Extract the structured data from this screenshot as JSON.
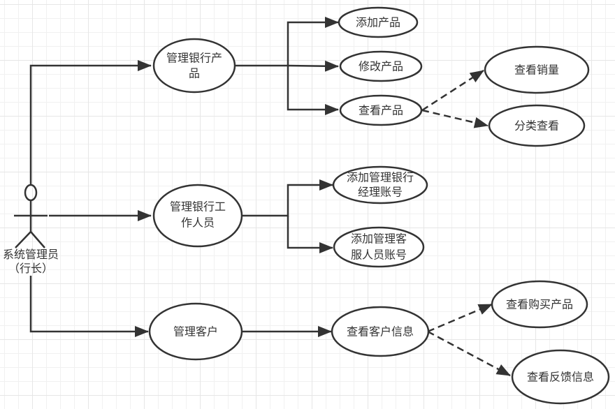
{
  "diagram": {
    "type": "use-case",
    "actor": {
      "label_lines": [
        "系统管理员",
        "（行长）"
      ]
    },
    "nodes": {
      "manage_products": {
        "lines": [
          "管理银行产",
          "品"
        ]
      },
      "add_product": {
        "lines": [
          "添加产品"
        ]
      },
      "edit_product": {
        "lines": [
          "修改产品"
        ]
      },
      "view_product": {
        "lines": [
          "查看产品"
        ]
      },
      "view_sales": {
        "lines": [
          "查看销量"
        ]
      },
      "view_by_category": {
        "lines": [
          "分类查看"
        ]
      },
      "manage_staff": {
        "lines": [
          "管理银行工",
          "作人员"
        ]
      },
      "add_manager_account": {
        "lines": [
          "添加管理银行",
          "经理账号"
        ]
      },
      "add_service_account": {
        "lines": [
          "添加管理客",
          "服人员账号"
        ]
      },
      "manage_customers": {
        "lines": [
          "管理客户"
        ]
      },
      "view_customer_info": {
        "lines": [
          "查看客户信息"
        ]
      },
      "view_purchased_products": {
        "lines": [
          "查看购买产品"
        ]
      },
      "view_feedback": {
        "lines": [
          "查看反馈信息"
        ]
      }
    },
    "edges": [
      {
        "from": "actor",
        "to": "manage_products",
        "style": "solid"
      },
      {
        "from": "actor",
        "to": "manage_staff",
        "style": "solid"
      },
      {
        "from": "actor",
        "to": "manage_customers",
        "style": "solid"
      },
      {
        "from": "manage_products",
        "to": "add_product",
        "style": "solid"
      },
      {
        "from": "manage_products",
        "to": "edit_product",
        "style": "solid"
      },
      {
        "from": "manage_products",
        "to": "view_product",
        "style": "solid"
      },
      {
        "from": "view_product",
        "to": "view_sales",
        "style": "dashed"
      },
      {
        "from": "view_product",
        "to": "view_by_category",
        "style": "dashed"
      },
      {
        "from": "manage_staff",
        "to": "add_manager_account",
        "style": "solid"
      },
      {
        "from": "manage_staff",
        "to": "add_service_account",
        "style": "solid"
      },
      {
        "from": "manage_customers",
        "to": "view_customer_info",
        "style": "solid"
      },
      {
        "from": "view_customer_info",
        "to": "view_purchased_products",
        "style": "dashed"
      },
      {
        "from": "view_customer_info",
        "to": "view_feedback",
        "style": "dashed"
      }
    ]
  }
}
